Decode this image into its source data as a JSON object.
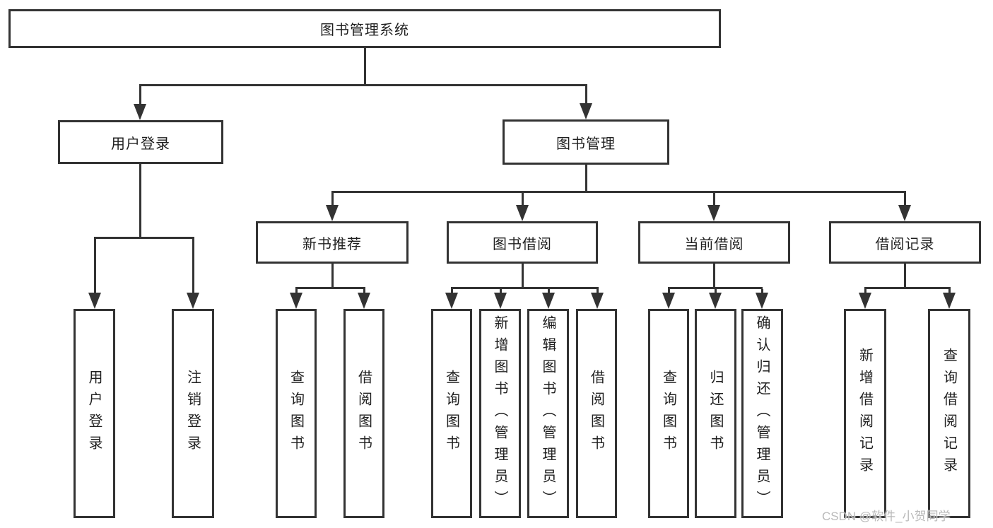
{
  "diagram": {
    "title": "图书管理系统",
    "level2": {
      "user_login": "用户登录",
      "book_mgmt": "图书管理"
    },
    "level3": {
      "new_book_rec": "新书推荐",
      "book_borrow": "图书借阅",
      "current_borrow": "当前借阅",
      "borrow_records": "借阅记录"
    },
    "leaves": {
      "user_login": "用户登录",
      "logout": "注销登录",
      "rec_query_book": "查询图书",
      "rec_borrow_book": "借阅图书",
      "bor_query_book": "查询图书",
      "bor_add_book": "新增图书（管理员）",
      "bor_edit_book": "编辑图书（管理员）",
      "bor_borrow_book": "借阅图书",
      "cur_query_book": "查询图书",
      "cur_return_book": "归还图书",
      "cur_confirm_return": "确认归还（管理员）",
      "rec_add_record": "新增借阅记录",
      "rec_query_record": "查询借阅记录"
    }
  },
  "watermark": "CSDN @软件_小贺同学",
  "colors": {
    "line": "#333333",
    "text": "#1f1f1f",
    "background": "#ffffff",
    "watermark": "#b9b9b9"
  }
}
